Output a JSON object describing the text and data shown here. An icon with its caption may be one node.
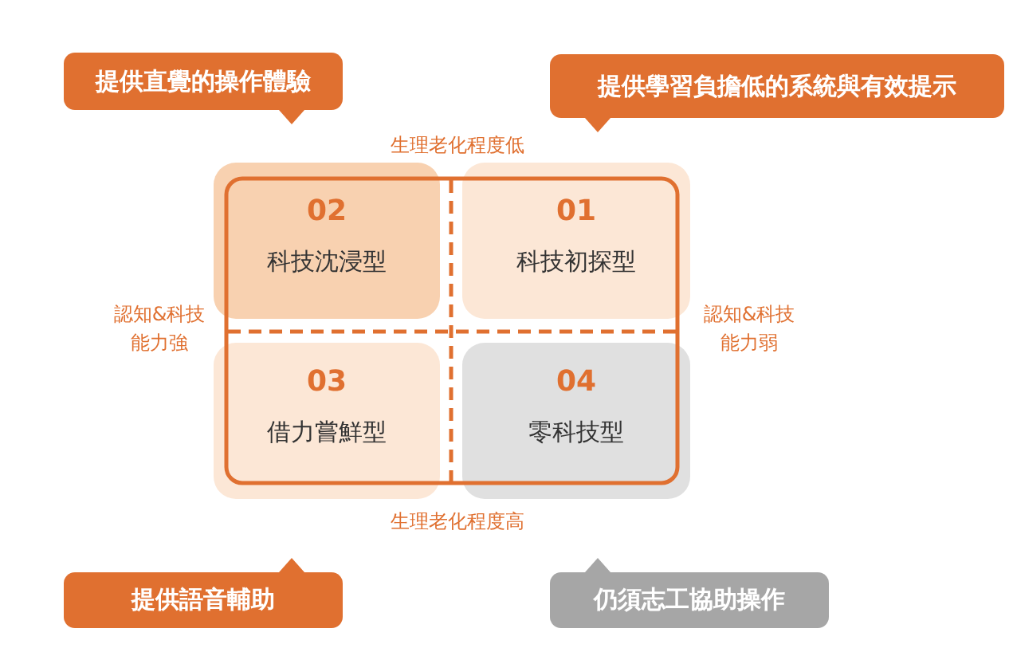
{
  "diagram": {
    "nodes": [
      {
        "text": [
          "提供直覺的操作體驗"
        ]
      },
      {
        "text": [
          "提供學習負擔低的系統與有效提示"
        ]
      },
      {
        "text": [
          "02",
          "科技沈浸型"
        ]
      },
      {
        "text": [
          "01",
          "科技初探型"
        ]
      },
      {
        "text": [
          "03",
          "借力嘗鮮型"
        ]
      },
      {
        "text": [
          "04",
          "零科技型"
        ]
      },
      {
        "text": [
          "提供語音輔助"
        ]
      },
      {
        "text": [
          "仍須志工協助操作"
        ]
      }
    ],
    "labels": [
      "生理老化程度低",
      "認知&科技能力強",
      "認知&科技能力弱",
      "生理老化程度高"
    ]
  }
}
